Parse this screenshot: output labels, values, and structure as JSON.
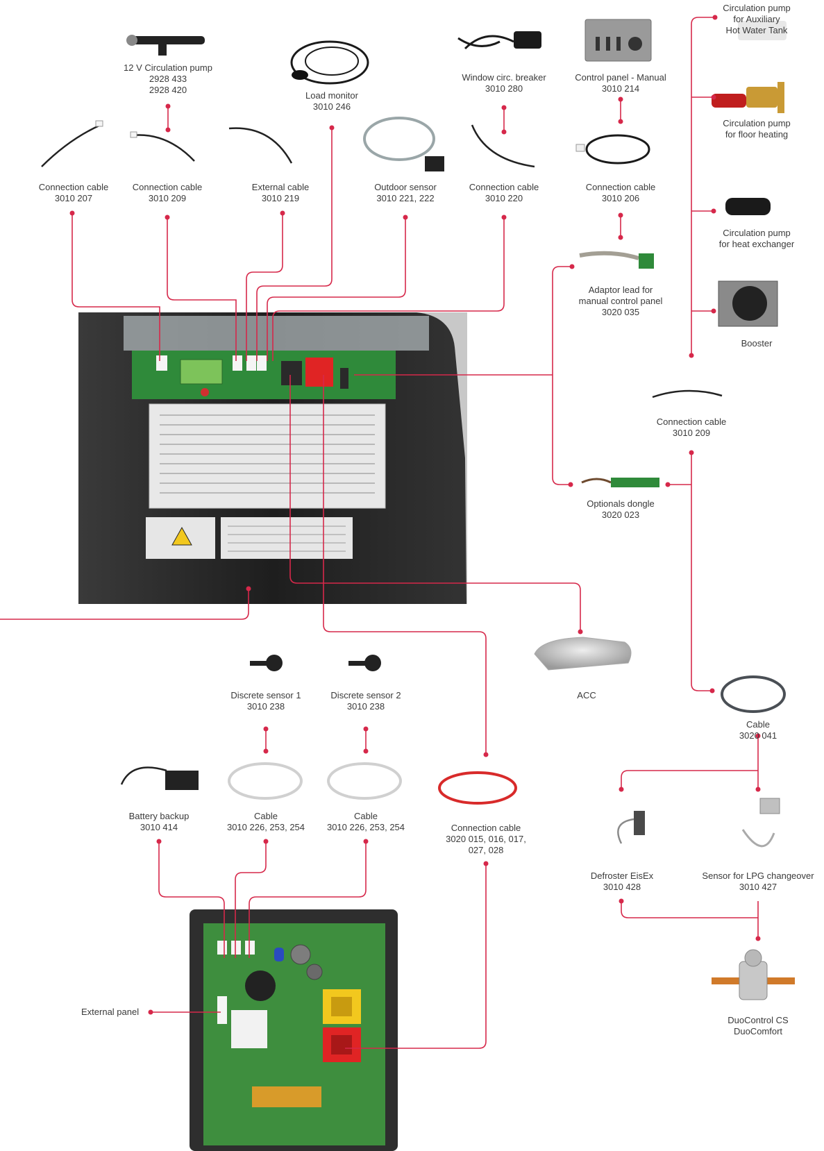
{
  "components": {
    "circ_pump_12v": {
      "name": "12 V Circulation pump",
      "codes": [
        "2928 433",
        "2928 420"
      ]
    },
    "load_monitor": {
      "name": "Load monitor",
      "codes": [
        "3010 246"
      ]
    },
    "window_breaker": {
      "name": "Window circ. breaker",
      "codes": [
        "3010 280"
      ]
    },
    "control_panel": {
      "name": "Control panel - Manual",
      "codes": [
        "3010 214"
      ]
    },
    "circ_pump_aux": {
      "name": "Circulation pump",
      "lines": [
        "for Auxiliary",
        "Hot Water Tank"
      ]
    },
    "circ_pump_floor": {
      "name": "Circulation pump",
      "lines": [
        "for floor heating"
      ]
    },
    "cable_207": {
      "name": "Connection cable",
      "codes": [
        "3010 207"
      ]
    },
    "cable_209a": {
      "name": "Connection cable",
      "codes": [
        "3010 209"
      ]
    },
    "external_cable": {
      "name": "External cable",
      "codes": [
        "3010 219"
      ]
    },
    "outdoor_sensor": {
      "name": "Outdoor sensor",
      "codes": [
        "3010 221, 222"
      ]
    },
    "cable_220": {
      "name": "Connection cable",
      "codes": [
        "3010 220"
      ]
    },
    "cable_206": {
      "name": "Connection cable",
      "codes": [
        "3010 206"
      ]
    },
    "circ_pump_hx": {
      "name": "Circulation pump",
      "lines": [
        "for heat exchanger"
      ]
    },
    "adaptor_lead": {
      "name": "Adaptor lead for",
      "lines": [
        "manual control panel",
        "3020 035"
      ]
    },
    "booster": {
      "name": "Booster"
    },
    "cable_209b": {
      "name": "Connection cable",
      "codes": [
        "3010 209"
      ]
    },
    "optionals_dongle": {
      "name": "Optionals dongle",
      "codes": [
        "3020 023"
      ]
    },
    "acc": {
      "name": "ACC"
    },
    "discrete_sensor_1": {
      "name": "Discrete sensor 1",
      "codes": [
        "3010 238"
      ]
    },
    "discrete_sensor_2": {
      "name": "Discrete sensor 2",
      "codes": [
        "3010 238"
      ]
    },
    "cable_041": {
      "name": "Cable",
      "codes": [
        "3020 041"
      ]
    },
    "battery_backup": {
      "name": "Battery backup",
      "codes": [
        "3010 414"
      ]
    },
    "cable_sensor_1": {
      "name": "Cable",
      "codes": [
        "3010 226, 253, 254"
      ]
    },
    "cable_sensor_2": {
      "name": "Cable",
      "codes": [
        "3010 226, 253, 254"
      ]
    },
    "connection_cable_red": {
      "name": "Connection cable",
      "lines": [
        "3020 015, 016, 017,",
        "027, 028"
      ]
    },
    "defroster": {
      "name": "Defroster EisEx",
      "codes": [
        "3010 428"
      ]
    },
    "lpg_sensor": {
      "name": "Sensor for LPG changeover",
      "codes": [
        "3010 427"
      ]
    },
    "duocontrol": {
      "name": "DuoControl CS",
      "lines": [
        "DuoComfort"
      ]
    },
    "external_panel": {
      "name": "External panel"
    }
  },
  "colors": {
    "line": "#d6284a",
    "text": "#3a3a3a",
    "board_green": "#2f8a3a",
    "housing": "#2a2a2a",
    "port_red": "#e02424",
    "port_yellow": "#f2c81e"
  }
}
